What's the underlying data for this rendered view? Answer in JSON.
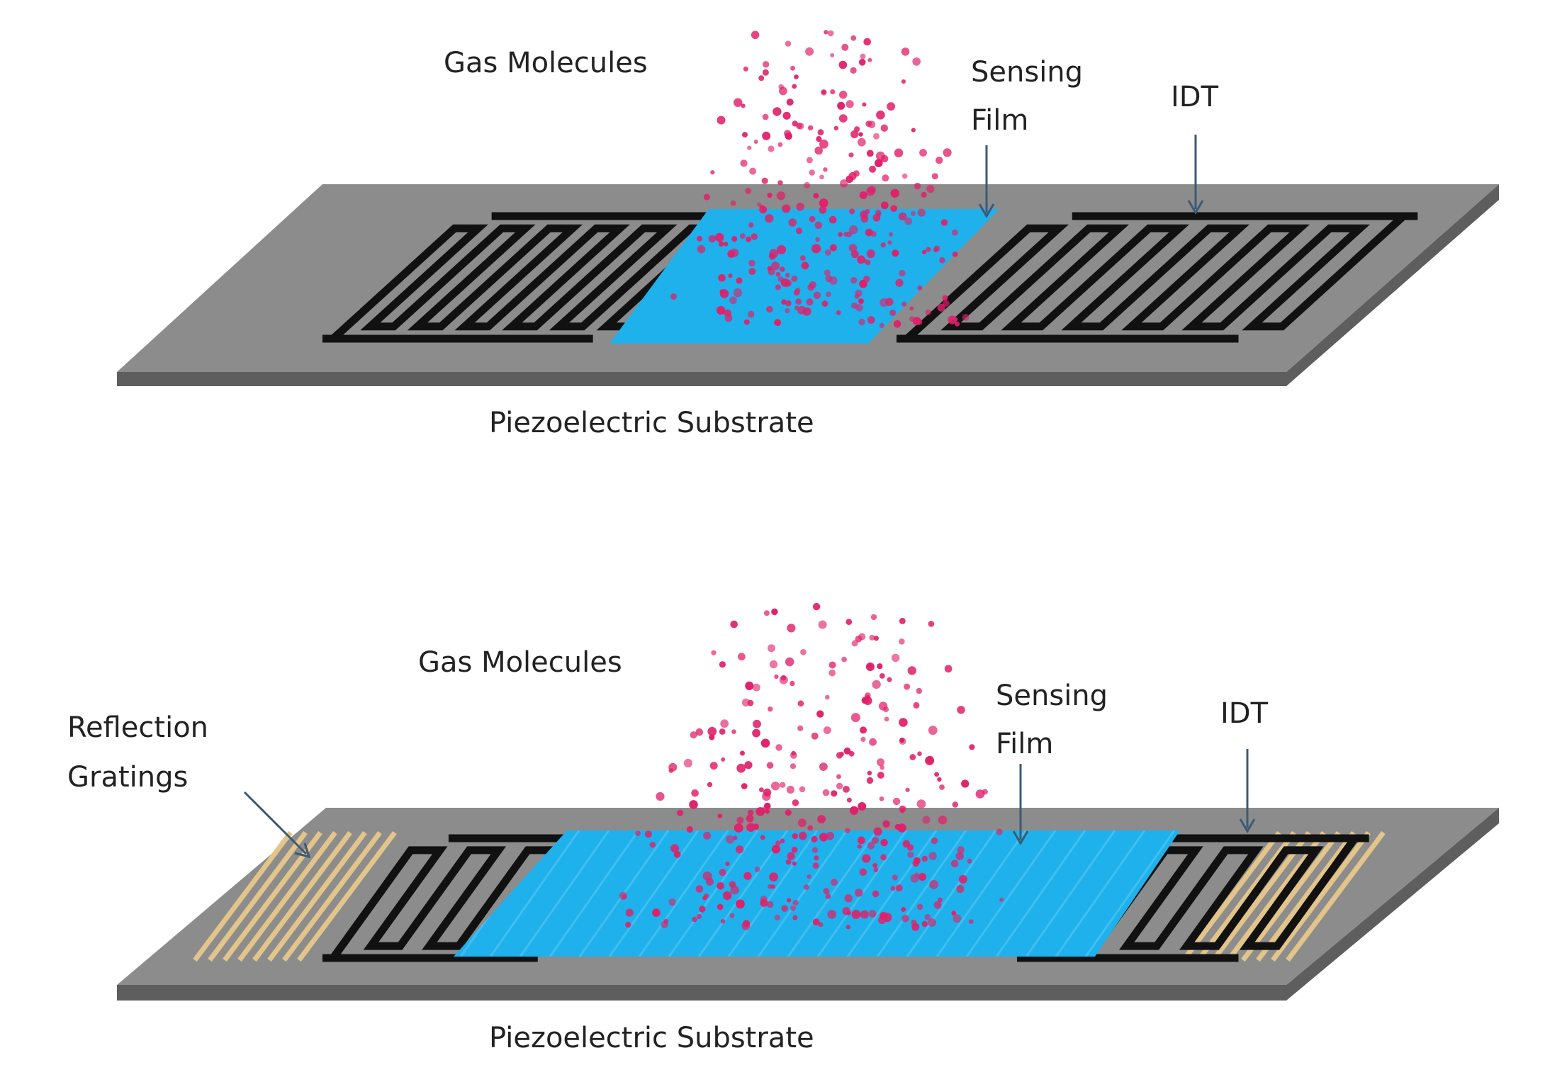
{
  "diagrams": [
    {
      "id": "two-port",
      "labels": {
        "gas_molecules": "Gas Molecules",
        "sensing_film": [
          "Sensing",
          "Film"
        ],
        "idt": "IDT",
        "substrate": "Piezoelectric Substrate"
      }
    },
    {
      "id": "resonator",
      "labels": {
        "gas_molecules": "Gas Molecules",
        "sensing_film": [
          "Sensing",
          "Film"
        ],
        "idt": "IDT",
        "reflection_gratings": [
          "Reflection",
          "Gratings"
        ],
        "substrate": "Piezoelectric Substrate"
      }
    }
  ],
  "colors": {
    "substrate_top": "#8c8c8c",
    "substrate_side": "#5e5e5e",
    "sensing_film": "#1fb1ec",
    "electrode": "#111111",
    "molecule": "#e0206a",
    "grating": "#e3c58a",
    "arrow": "#3d5a73"
  }
}
